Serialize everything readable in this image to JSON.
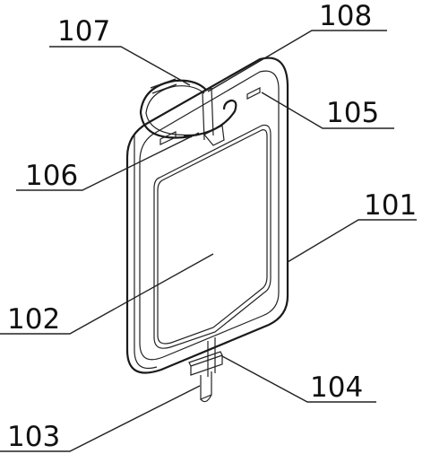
{
  "labels": {
    "body": "101",
    "bag_window": "102",
    "outlet_valve": "103",
    "valve_clip": "104",
    "slot_right": "105",
    "slot_left": "106",
    "hanging_ring": "107",
    "top_strip": "108"
  }
}
